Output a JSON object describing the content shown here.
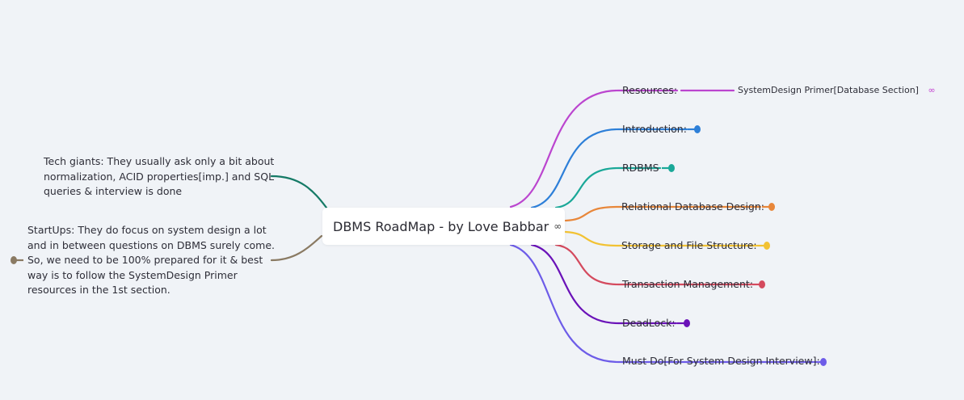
{
  "root": {
    "title": "DBMS RoadMap - by Love Babbar",
    "link_icon": "link-icon"
  },
  "branches": [
    {
      "label": "Resources:",
      "color": "#bb45cf",
      "child": {
        "label": "SystemDesign Primer[Database Section]",
        "link_icon": "link-icon"
      }
    },
    {
      "label": "Introduction:",
      "color": "#2d7fd8"
    },
    {
      "label": "RDBMS",
      "color": "#1aa898"
    },
    {
      "label": "Relational Database Design:",
      "color": "#e8873a"
    },
    {
      "label": "Storage and File Structure:",
      "color": "#f2c233"
    },
    {
      "label": "Transaction Management:",
      "color": "#d44a5e"
    },
    {
      "label": "DeadLock:",
      "color": "#6a12b8"
    },
    {
      "label": "Must Do[For System Design Interview]:",
      "color": "#6d5ce8"
    }
  ],
  "left_notes": [
    {
      "color": "#157a66",
      "lines": [
        "Tech giants: They usually ask only a bit about",
        "normalization, ACID properties[imp.] and SQL",
        "queries & interview is done"
      ]
    },
    {
      "color": "#8a7a63",
      "lines": [
        "StartUps: They do focus on system design a lot",
        "and in between questions on DBMS surely come.",
        "So, we need to be 100% prepared for it & best",
        "way is to follow the SystemDesign Primer",
        "resources in the 1st section."
      ]
    }
  ]
}
